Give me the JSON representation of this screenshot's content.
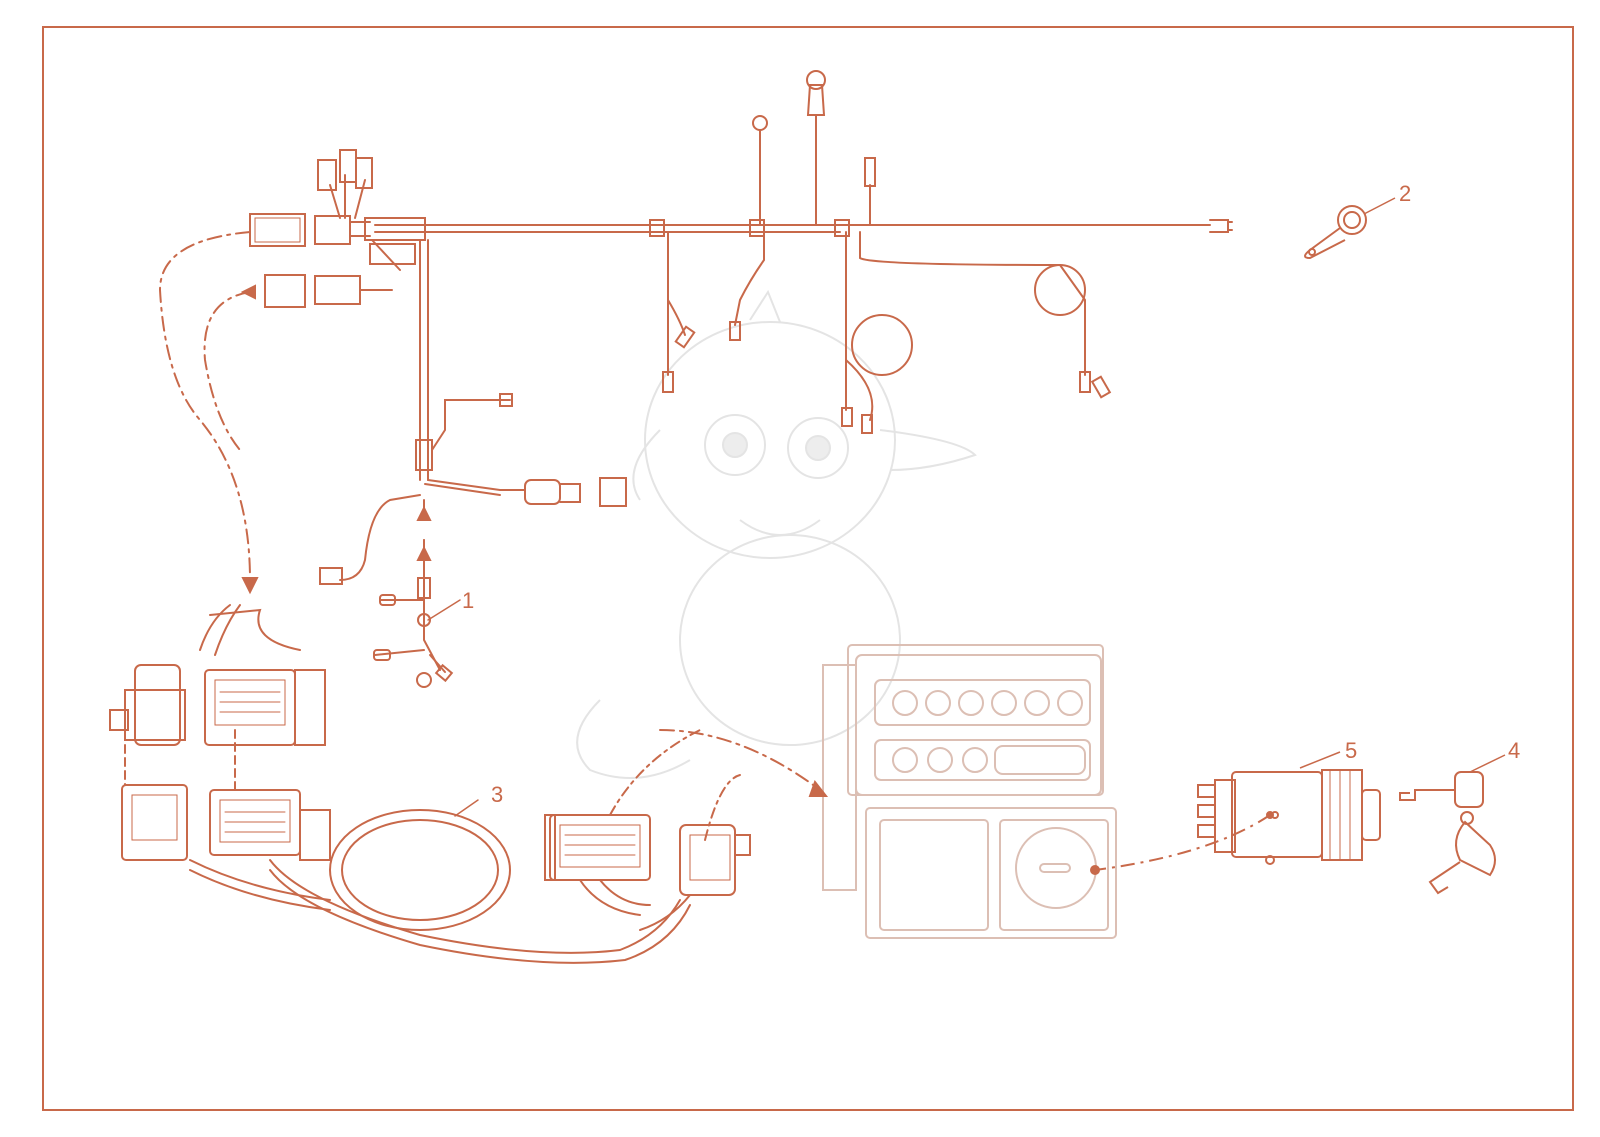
{
  "diagram": {
    "colors": {
      "line": "#c8694a",
      "ghost": "#dcbfb4",
      "watermark": "#e2e2e2"
    },
    "callouts": [
      {
        "id": "1",
        "label": "1"
      },
      {
        "id": "2",
        "label": "2"
      },
      {
        "id": "3",
        "label": "3"
      },
      {
        "id": "4",
        "label": "4"
      },
      {
        "id": "5",
        "label": "5"
      }
    ],
    "parts": [
      "main-wiring-harness",
      "cable-clip",
      "extension-harness",
      "ignition-keys",
      "ignition-switch",
      "instrument-panel"
    ],
    "watermark": "dragon-mascot"
  }
}
